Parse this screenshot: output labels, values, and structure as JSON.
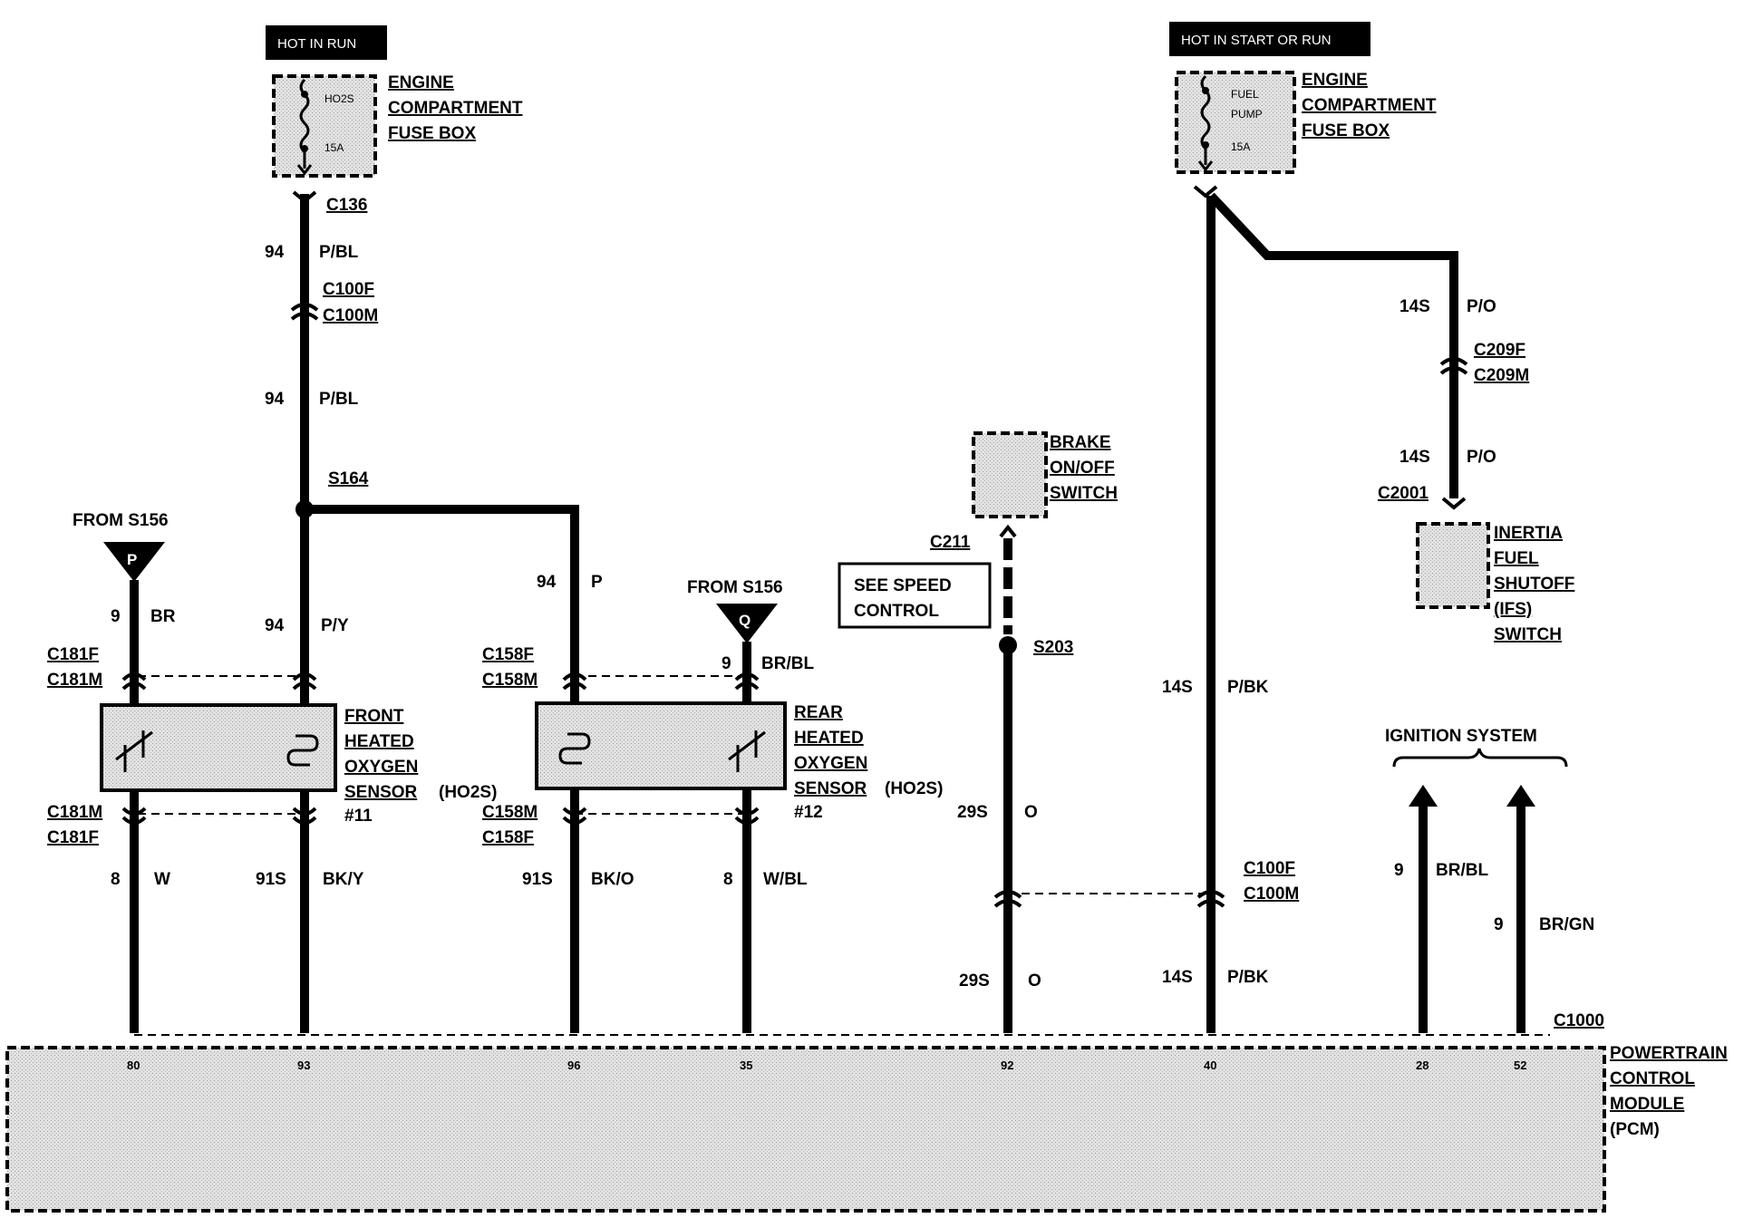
{
  "supplies": {
    "left_label": "HOT IN RUN",
    "right_label": "HOT IN START OR RUN"
  },
  "fuse_left": {
    "title": [
      "ENGINE",
      "COMPARTMENT",
      "FUSE BOX"
    ],
    "fuse_name": "HO2S",
    "fuse_rating": "15A"
  },
  "fuse_right": {
    "title": [
      "ENGINE",
      "COMPARTMENT",
      "FUSE BOX"
    ],
    "fuse_name_1": "FUEL",
    "fuse_name_2": "PUMP",
    "fuse_rating": "15A"
  },
  "connectors": {
    "c136": "C136",
    "c100f": "C100F",
    "c100m": "C100M",
    "s164": "S164",
    "from_s156_p": "FROM S156",
    "from_s156_q": "FROM S156",
    "splice_p": "P",
    "splice_q": "Q",
    "c181f": "C181F",
    "c181m": "C181M",
    "c158f": "C158F",
    "c158m": "C158M",
    "c211": "C211",
    "s203": "S203",
    "c209f": "C209F",
    "c209m": "C209M",
    "c2001": "C2001",
    "c1000": "C1000"
  },
  "wires": {
    "w94a_num": "94",
    "w94a_col": "P/BL",
    "w94b_num": "94",
    "w94b_col": "P/BL",
    "w94c_num": "94",
    "w94c_col": "P/Y",
    "w94d_num": "94",
    "w94d_col": "P",
    "w9br_num": "9",
    "w9br_col": "BR",
    "w9brbl_num": "9",
    "w9brbl_col": "BR/BL",
    "w8w_num": "8",
    "w8w_col": "W",
    "w91bky_num": "91S",
    "w91bky_col": "BK/Y",
    "w91bko_num": "91S",
    "w91bko_col": "BK/O",
    "w8wbl_num": "8",
    "w8wbl_col": "W/BL",
    "w29a_num": "29S",
    "w29a_col": "O",
    "w29b_num": "29S",
    "w29b_col": "O",
    "w14pbk_a_num": "14S",
    "w14pbk_a_col": "P/BK",
    "w14pbk_b_num": "14S",
    "w14pbk_b_col": "P/BK",
    "w14po_a_num": "14S",
    "w14po_a_col": "P/O",
    "w14po_b_num": "14S",
    "w14po_b_col": "P/O",
    "w9ign_num": "9",
    "w9ign_col": "BR/BL",
    "w9brgn_num": "9",
    "w9brgn_col": "BR/GN"
  },
  "components": {
    "front_sensor": [
      "FRONT",
      "HEATED",
      "OXYGEN",
      "SENSOR"
    ],
    "front_sensor_suffix": "(HO2S)",
    "front_sensor_num": "#11",
    "rear_sensor": [
      "REAR",
      "HEATED",
      "OXYGEN",
      "SENSOR"
    ],
    "rear_sensor_suffix": "(HO2S)",
    "rear_sensor_num": "#12",
    "brake_switch": [
      "BRAKE",
      "ON/OFF",
      "SWITCH"
    ],
    "speed_control_note": [
      "SEE SPEED",
      "CONTROL"
    ],
    "inertia_switch": [
      "INERTIA",
      "FUEL",
      "SHUTOFF",
      "(IFS)",
      "SWITCH"
    ],
    "ignition_system": "IGNITION SYSTEM",
    "pcm": [
      "POWERTRAIN",
      "CONTROL",
      "MODULE",
      "(PCM)"
    ]
  },
  "pcm_pins": [
    "80",
    "93",
    "96",
    "35",
    "92",
    "40",
    "28",
    "52"
  ]
}
